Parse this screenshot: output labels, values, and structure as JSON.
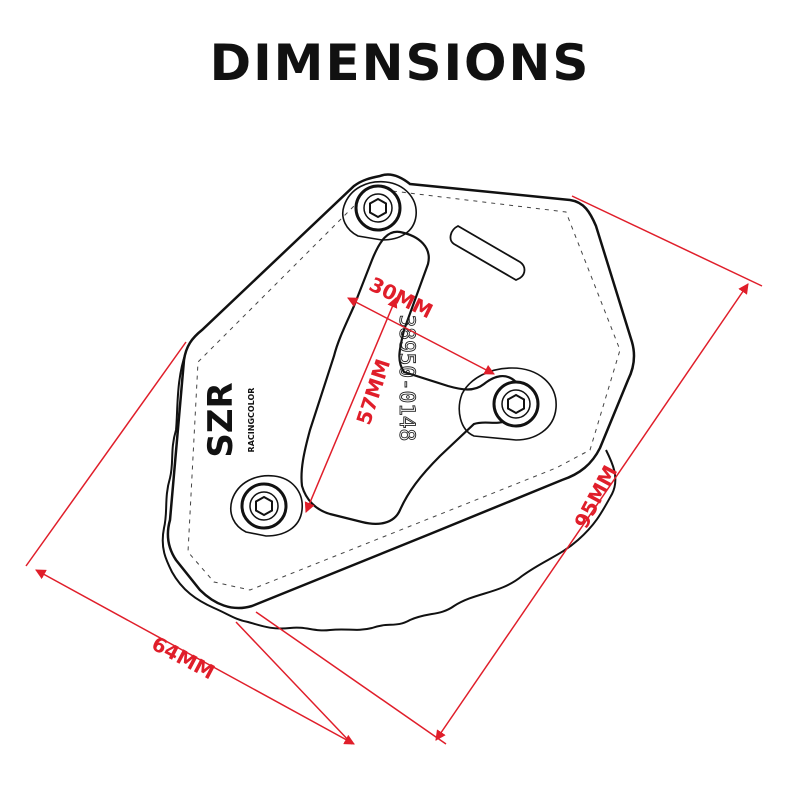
{
  "title": "DIMENSIONS",
  "product": {
    "brand_logo": "SZR",
    "brand_subtitle": "RACINGCOLOR",
    "part_code": "38950-0148"
  },
  "dimensions": {
    "width": "64MM",
    "length": "95MM",
    "cutout_width": "30MM",
    "cutout_length": "57MM"
  },
  "colors": {
    "dimension_lines": "#e01e2a",
    "outline": "#111111",
    "background": "#ffffff"
  },
  "icons": [
    "hex-socket-bolt-icon",
    "hex-socket-bolt-icon",
    "hex-socket-bolt-icon"
  ]
}
